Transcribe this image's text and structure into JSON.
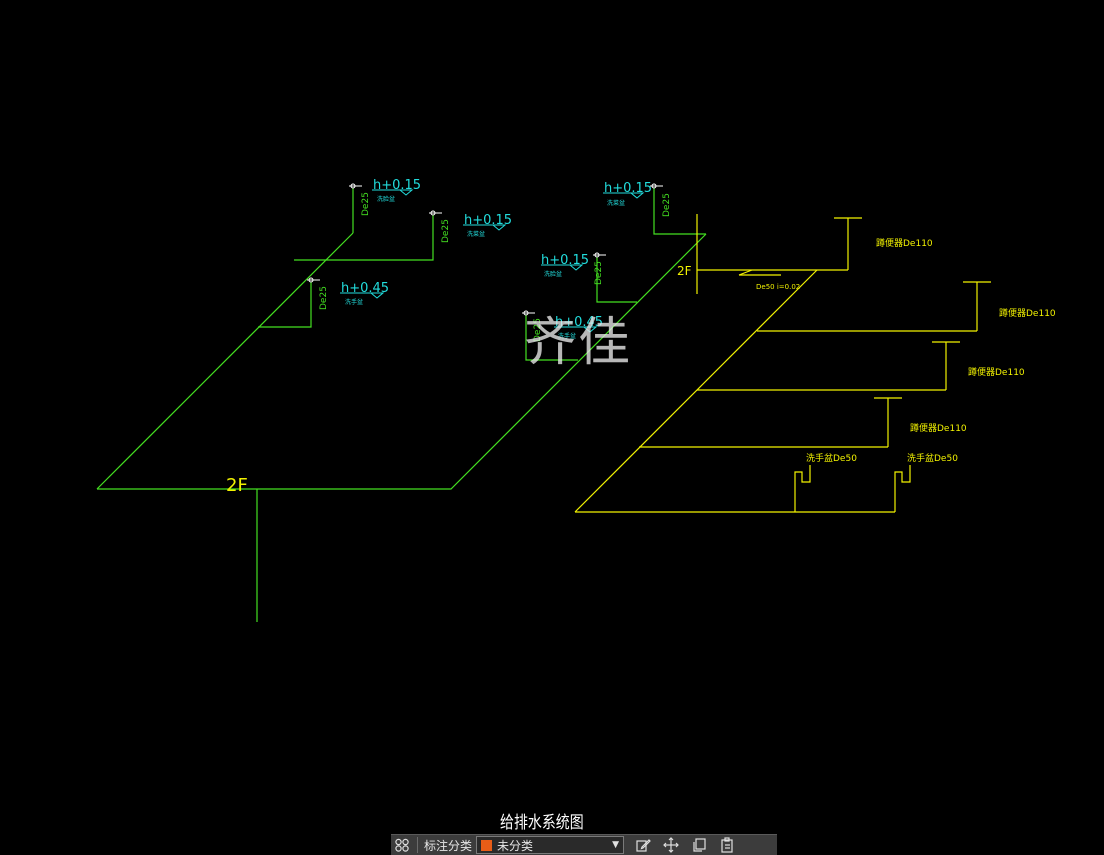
{
  "canvas": {
    "background": "#000000",
    "colors": {
      "green": "#44e021",
      "cyan": "#22dddd",
      "yellow": "#f2f200",
      "white": "#ffffff"
    }
  },
  "left_system": {
    "floor_label": "2F",
    "elevations": [
      {
        "text": "h+0.15",
        "sub": "洗脸盆"
      },
      {
        "text": "h+0.15",
        "sub": "洗菜盆"
      },
      {
        "text": "h+0.45",
        "sub": "洗手盆"
      }
    ],
    "pipe_sizes": [
      "De25",
      "De25",
      "De25"
    ]
  },
  "middle_system": {
    "elevations": [
      {
        "text": "h+0.15",
        "sub": "洗菜盆"
      },
      {
        "text": "h+0.15",
        "sub": "洗脸盆"
      },
      {
        "text": "h+0.45",
        "sub": "洗手盆"
      }
    ],
    "pipe_sizes": [
      "De25",
      "De25",
      "De25"
    ]
  },
  "right_system": {
    "floor_label": "2F",
    "slope_label": "De50  i=0.02",
    "fixtures": [
      {
        "text": "蹲便器De110"
      },
      {
        "text": "蹲便器De110"
      },
      {
        "text": "蹲便器De110"
      },
      {
        "text": "蹲便器De110"
      },
      {
        "text": "洗手盆De50"
      },
      {
        "text": "洗手盆De50"
      }
    ]
  },
  "watermark": "齐佳",
  "drawing_title": "给排水系统图",
  "toolbar": {
    "label": "标注分类",
    "selected": "未分类",
    "swatch_color": "#e85d17",
    "icons": [
      "layers-icon",
      "edit-icon",
      "move-icon",
      "copy-icon",
      "paste-icon"
    ]
  }
}
